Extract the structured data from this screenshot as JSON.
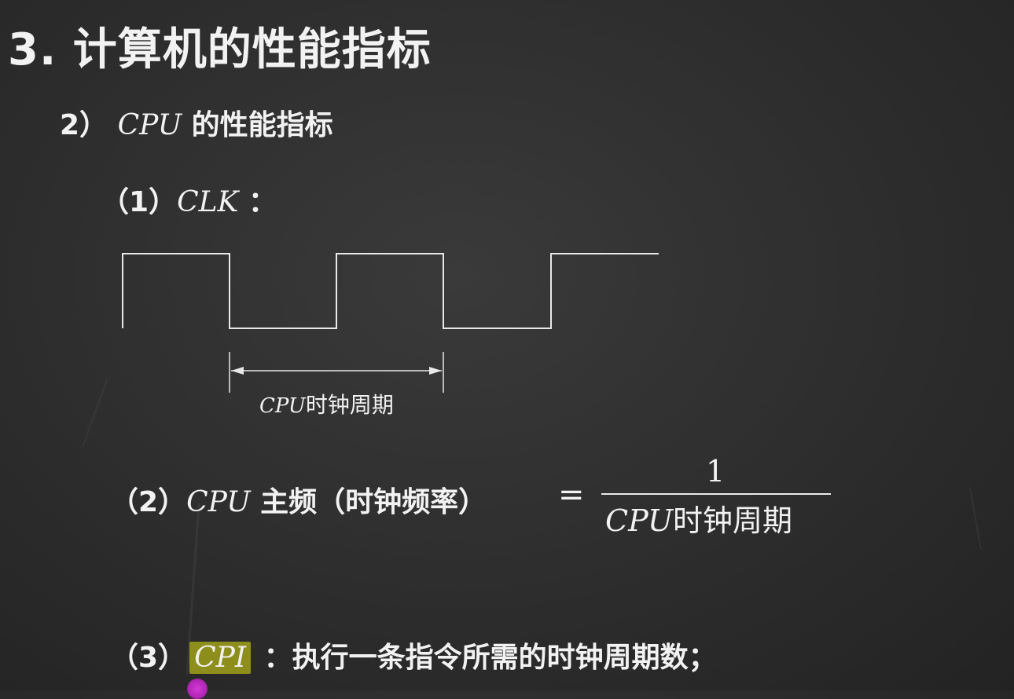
{
  "title": "3. 计算机的性能指标",
  "subtitle": {
    "prefix": "2） ",
    "term": "CPU",
    "suffix": " 的性能指标"
  },
  "item1": {
    "prefix": "（1）",
    "term": "CLK",
    "suffix": " ："
  },
  "clock_diagram": {
    "period_term": "CPU",
    "period_label": "时钟周期"
  },
  "item2": {
    "prefix": "（2）",
    "term": "CPU",
    "suffix": " 主频（时钟频率）",
    "equals": "=",
    "numerator": "1",
    "denominator_term": "CPU",
    "denominator_text": "时钟周期"
  },
  "item3": {
    "prefix": "（3）",
    "term": "CPI",
    "suffix": " ：执行一条指令所需的时钟周期数；"
  },
  "colors": {
    "background": "#2d2d2d",
    "text": "#f2f2f2",
    "highlight": "#8e8e1c",
    "cursor": "#c02ec4"
  }
}
